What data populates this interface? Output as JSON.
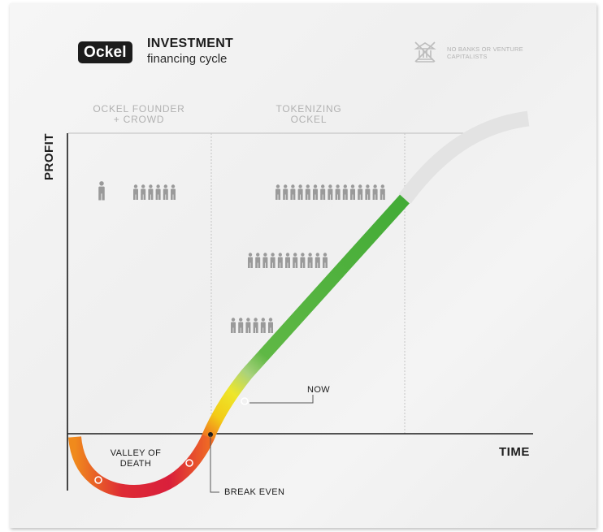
{
  "header": {
    "logo": "Ockel",
    "title": "INVESTMENT",
    "subtitle": "financing cycle"
  },
  "badge": {
    "icon": "crossed-bank-icon",
    "text": "NO BANKS OR VENTURE CAPITALISTS"
  },
  "phases": [
    {
      "line1": "OCKEL FOUNDER",
      "line2": "+ CROWD"
    },
    {
      "line1": "TOKENIZING",
      "line2": "OCKEL"
    }
  ],
  "axes": {
    "y": "PROFIT",
    "x": "TIME"
  },
  "annotations": {
    "valley": "VALLEY OF DEATH",
    "break_even": "BREAK EVEN",
    "now": "NOW"
  },
  "crowds": {
    "icon": "person-icon",
    "groups": [
      {
        "rows": 1,
        "cols": 1
      },
      {
        "rows": 1,
        "cols": 6
      },
      {
        "rows": 1,
        "cols": 15
      },
      {
        "rows": 1,
        "cols": 11
      },
      {
        "rows": 1,
        "cols": 6
      }
    ]
  },
  "colors": {
    "curve_red": "#d8203a",
    "curve_orange": "#ef6a1f",
    "curve_yellow": "#f4dc14",
    "curve_green": "#4aae3a",
    "curve_future": "#e3e3e3",
    "people": "#9a9a9a",
    "axis": "#1c1c1c"
  }
}
